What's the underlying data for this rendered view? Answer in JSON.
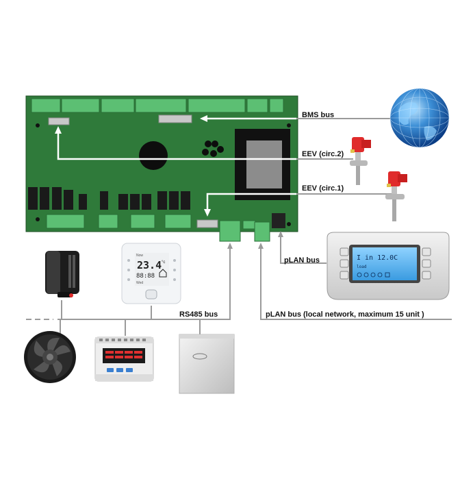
{
  "labels": {
    "bms_bus": "BMS bus",
    "eev_circ2": "EEV (circ.2)",
    "eev_circ1": "EEV (circ.1)",
    "plan_bus_display": "pLAN bus",
    "plan_bus_network": "pLAN bus (local network, maximum 15 unit )",
    "rs485_bus": "RS485 bus"
  },
  "thermostat": {
    "top_text": "Now",
    "reading": "23.4",
    "unit": "°c",
    "sub_reading": "88:88",
    "sub_label": "Wed"
  },
  "terminal_display": {
    "line1": "I in  12.0C",
    "line2": "load"
  },
  "colors": {
    "board_green": "#2f7a3a",
    "connector_green": "#5cbf73",
    "bus_line": "#9a9a9a",
    "arrow": "#ffffff"
  },
  "icons": [
    "globe-icon",
    "expansion-valve-icon",
    "terminal-display-icon",
    "humidity-sensor-icon",
    "room-thermostat-icon",
    "fan-icon",
    "energy-meter-icon",
    "wall-sensor-icon"
  ]
}
